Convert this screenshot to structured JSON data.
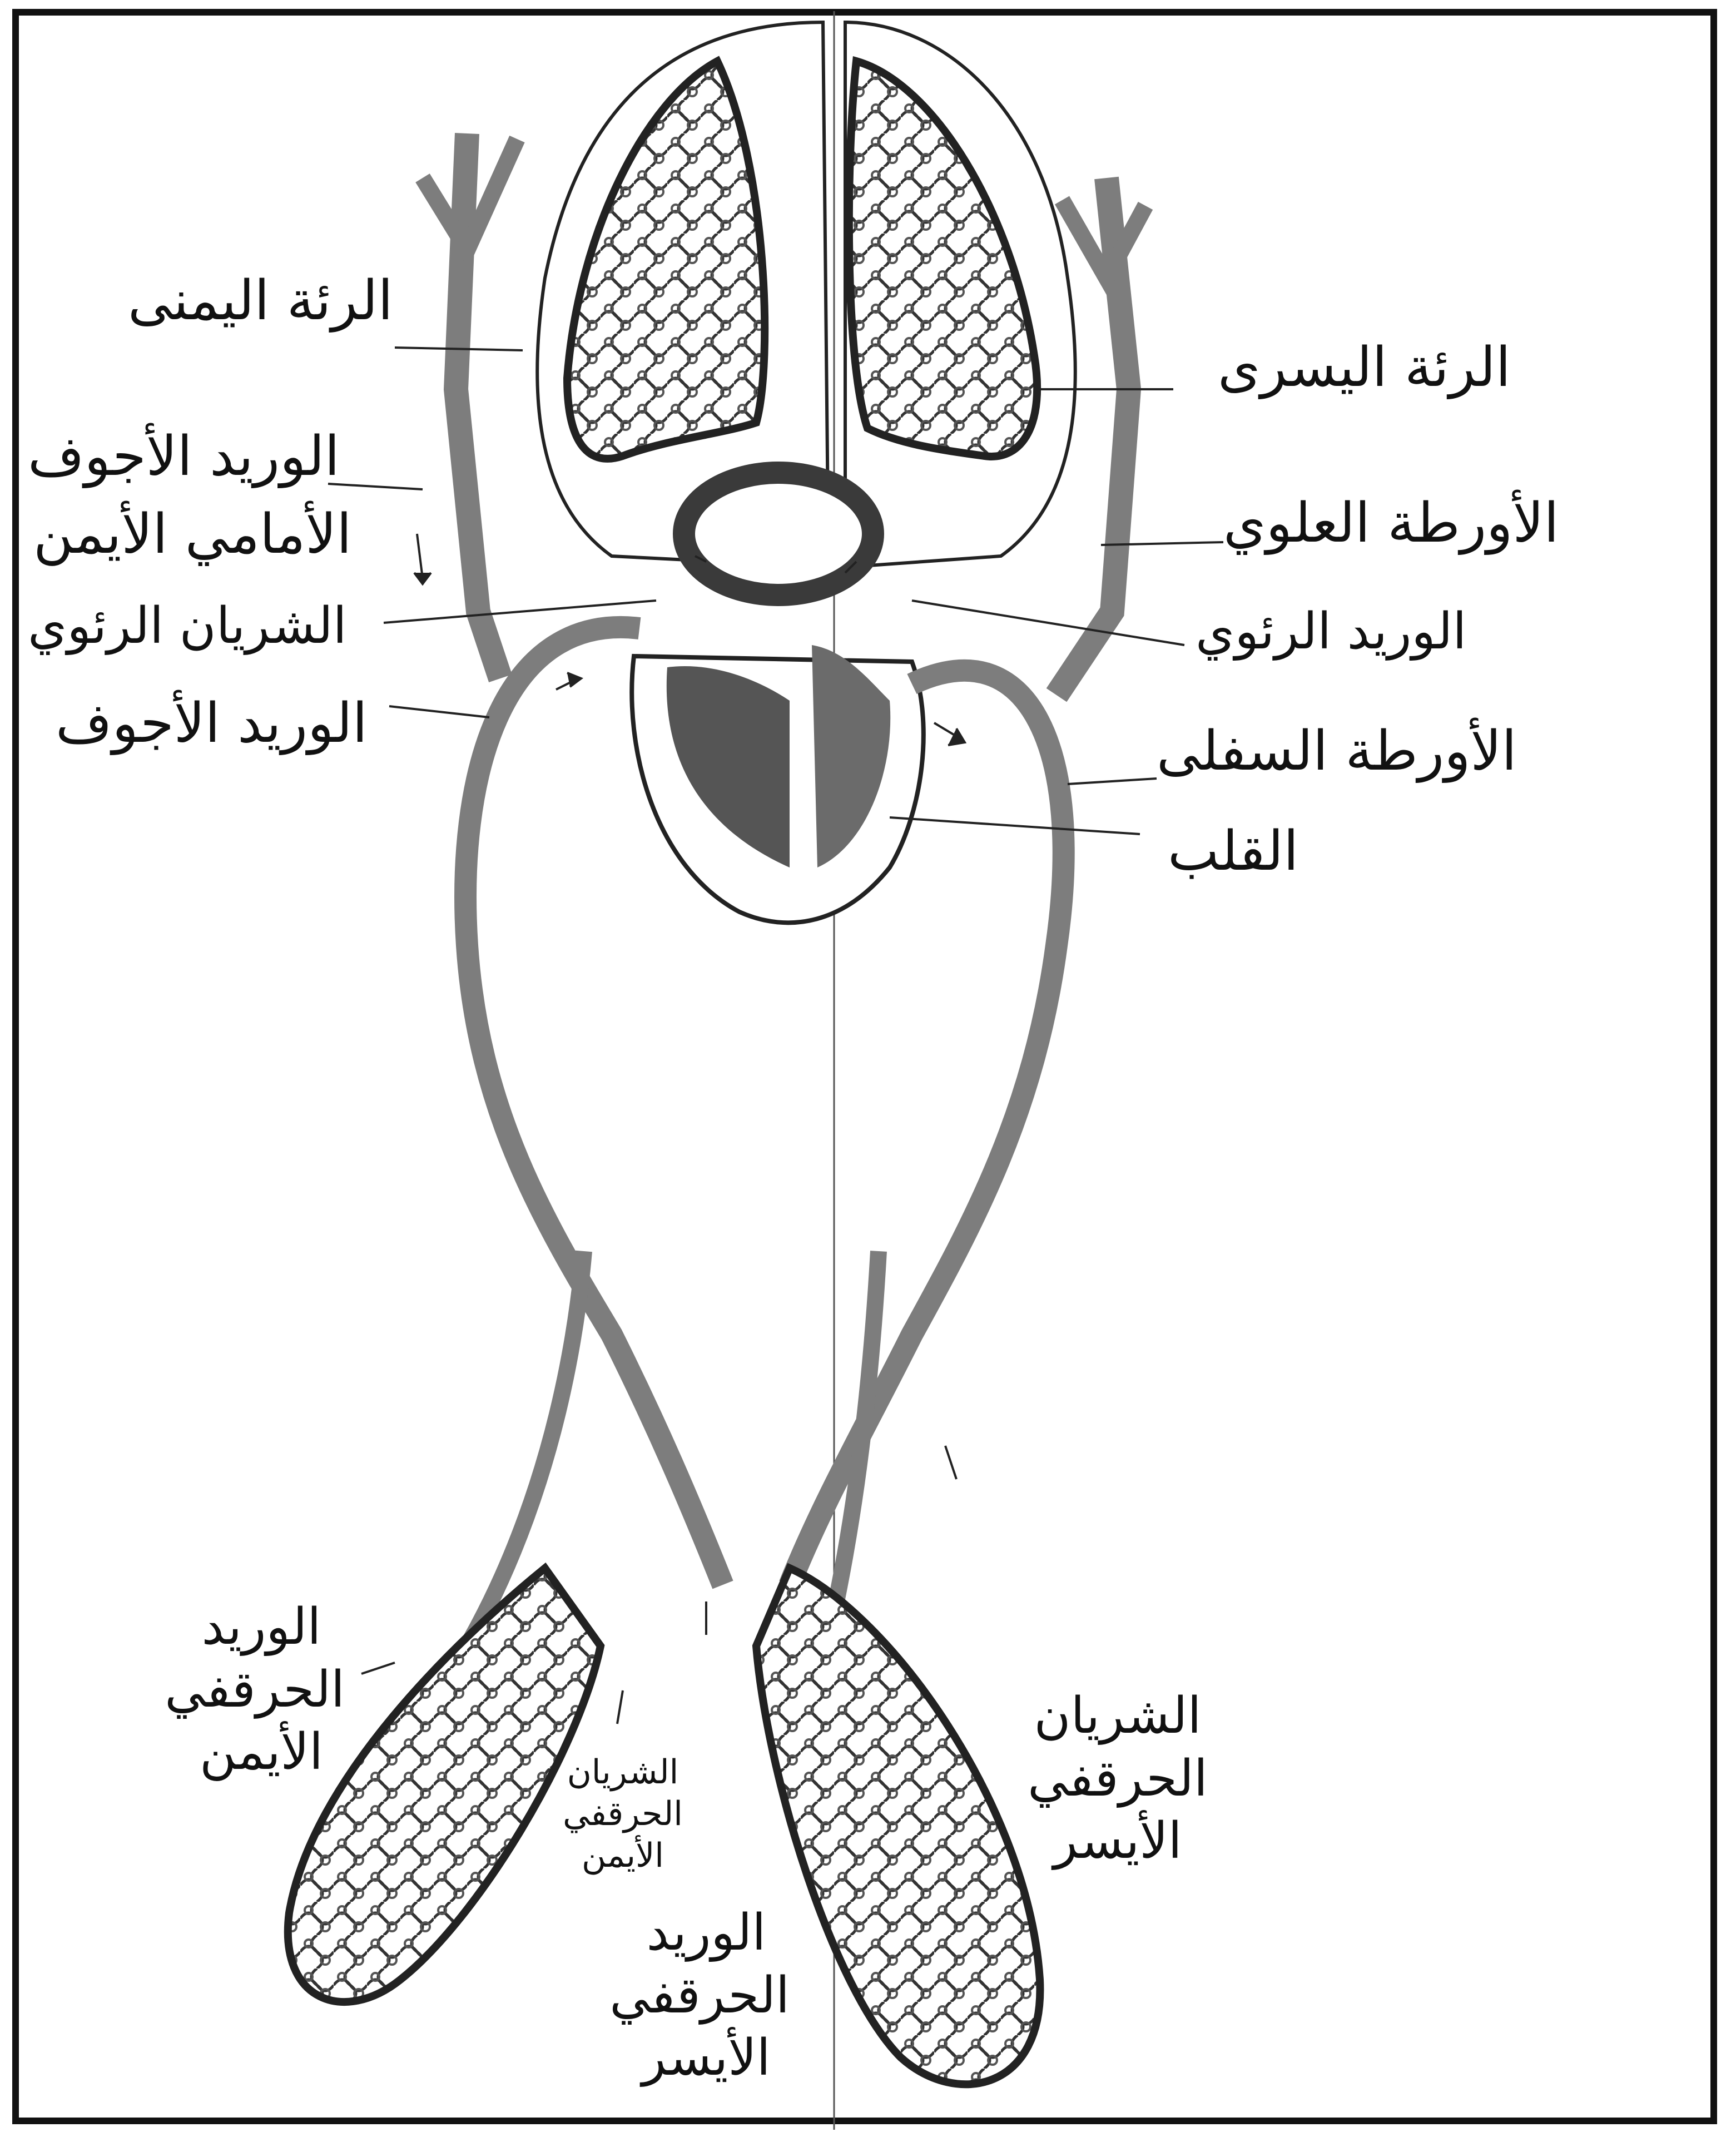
{
  "colors": {
    "vessel": "#7d7d7d",
    "vessel_dark": "#3a3a3a",
    "line": "#222222",
    "background": "#ffffff",
    "ink": "#111111"
  },
  "labels": {
    "right_lung": "الرئة اليمنى",
    "left_lung": "الرئة اليسرى",
    "right_anterior_vena_cava_1": "الوريد الأجوف",
    "right_anterior_vena_cava_2": "الأمامي الأيمن",
    "upper_aorta": "الأورطة العلوي",
    "pulmonary_artery": "الشريان الرئوي",
    "pulmonary_vein": "الوريد الرئوي",
    "vena_cava": "الوريد الأجوف",
    "lower_aorta": "الأورطة السفلى",
    "heart": "القلب",
    "right_iliac_vein": [
      "الوريد",
      "الحرقفي",
      "الأيمن"
    ],
    "right_iliac_artery": [
      "الشريان",
      "الحرقفي",
      "الأيمن"
    ],
    "left_iliac_artery": [
      "الشريان",
      "الحرقفي",
      "الأيسر"
    ],
    "left_iliac_vein": [
      "الوريد",
      "الحرقفي",
      "الأيسر"
    ]
  }
}
